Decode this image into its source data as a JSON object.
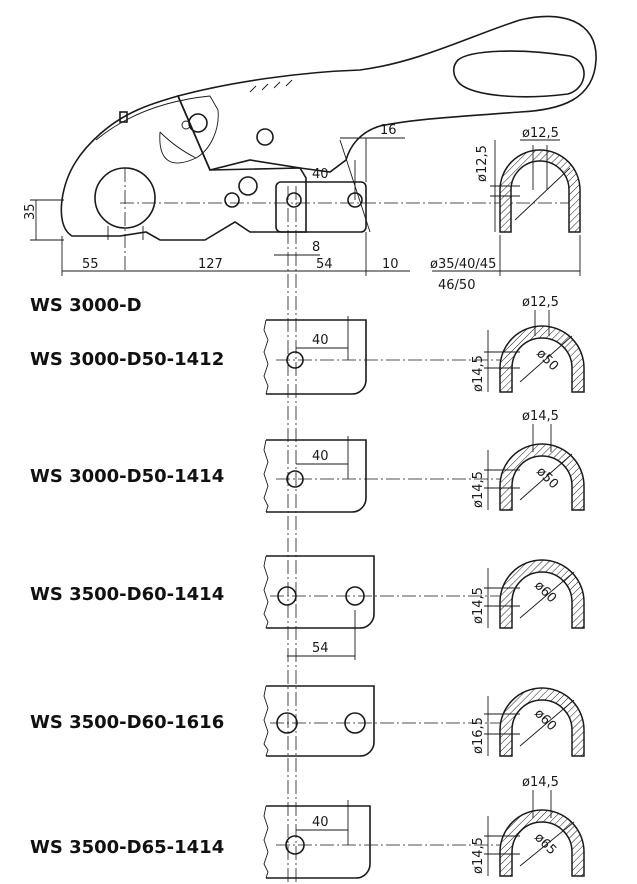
{
  "header": {
    "dims": {
      "d35": "35",
      "d55": "55",
      "d127": "127",
      "d8": "8",
      "d54": "54",
      "d10": "10",
      "d40": "40",
      "d16": "16",
      "d12_5_top": "ø12,5",
      "d12_5_side": "ø12,5",
      "d_ball": "ø35/40/45",
      "d_ball2": "46/50"
    }
  },
  "models": [
    {
      "name": "WS 3000-D"
    },
    {
      "name": "WS 3000-D50-1412",
      "plate_dim": "40",
      "bore_side": "ø14,5",
      "bore_top": "ø12,5",
      "ball": "ø50"
    },
    {
      "name": "WS 3000-D50-1414",
      "plate_dim": "40",
      "bore_side": "ø14,5",
      "bore_top": "ø14,5",
      "ball": "ø50"
    },
    {
      "name": "WS 3500-D60-1414",
      "plate_dim": "54",
      "bore_side": "ø14,5",
      "ball": "ø60"
    },
    {
      "name": "WS 3500-D60-1616",
      "bore_side": "ø16,5",
      "ball": "ø60"
    },
    {
      "name": "WS 3500-D65-1414",
      "plate_dim": "40",
      "bore_side": "ø14,5",
      "bore_top": "ø14,5",
      "ball": "ø65"
    }
  ]
}
